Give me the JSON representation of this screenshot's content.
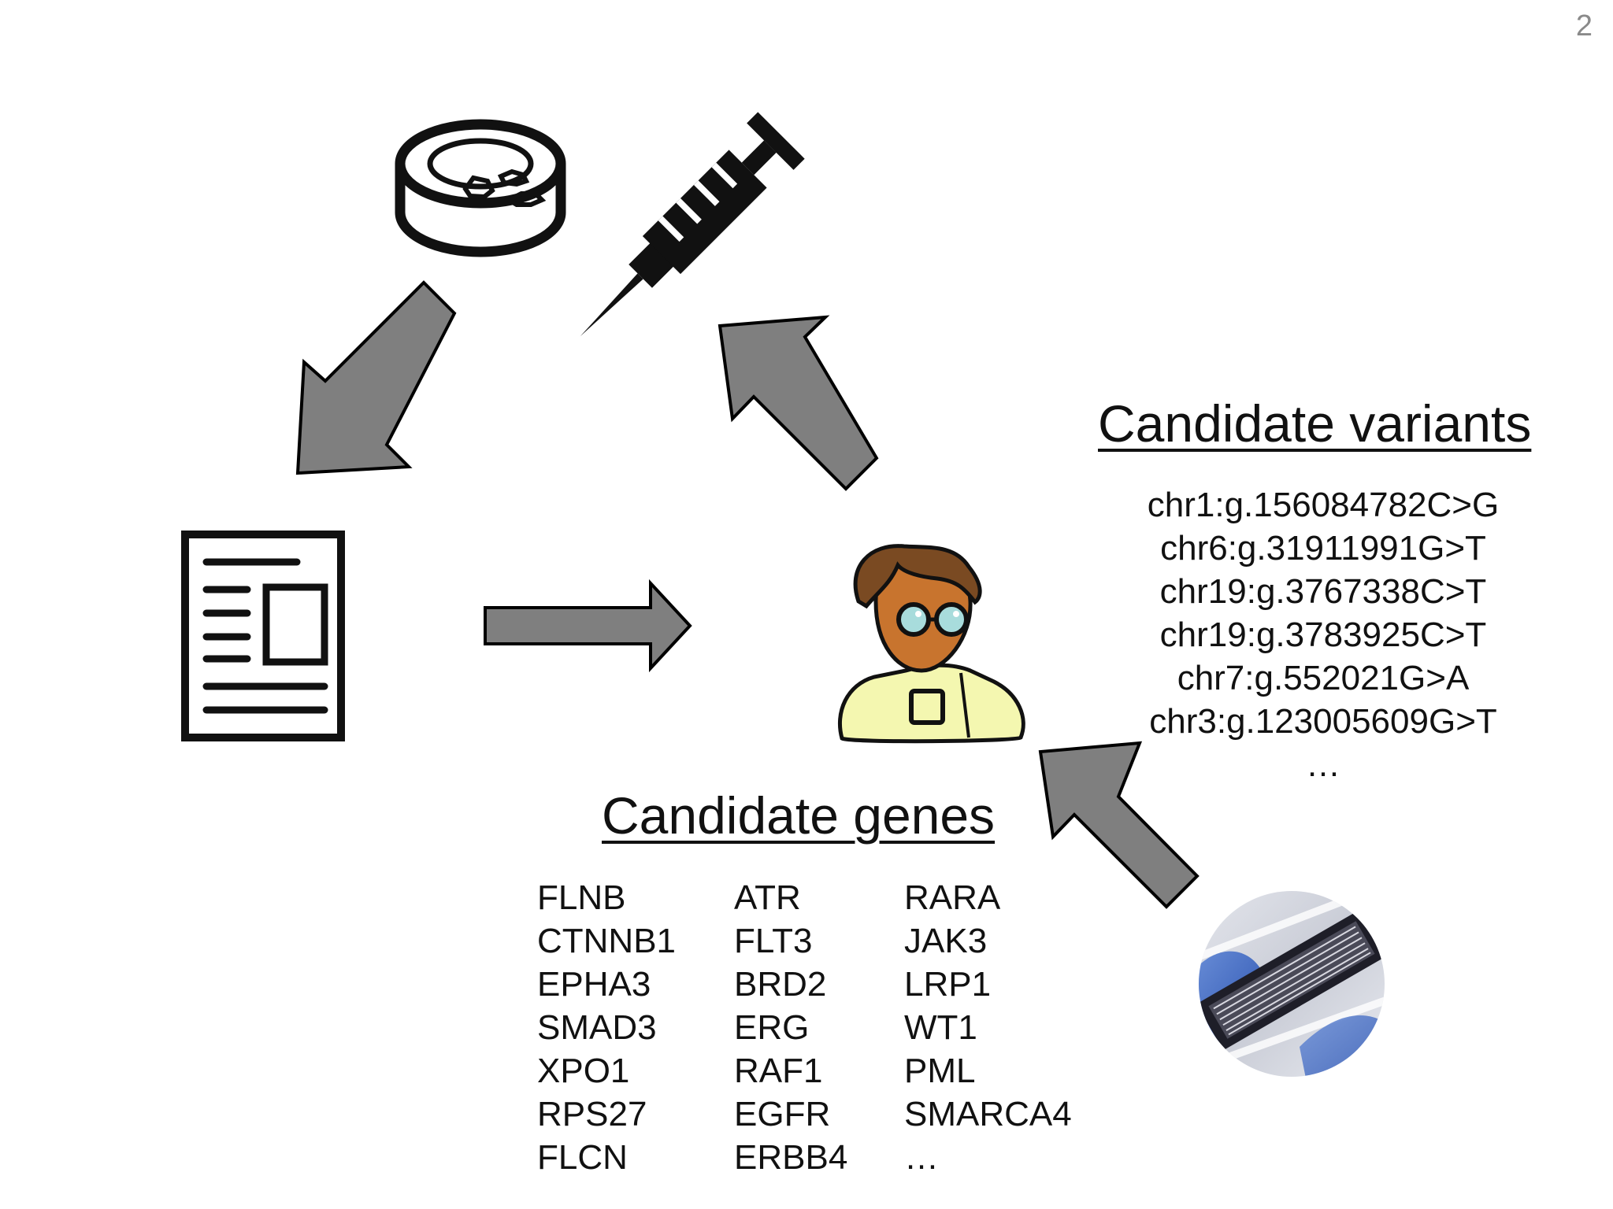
{
  "slide": {
    "page_number": "2"
  },
  "variants": {
    "heading": "Candidate variants",
    "items": [
      "chr1:g.156084782C>G",
      "chr6:g.31911991G>T",
      "chr19:g.3767338C>T",
      "chr19:g.3783925C>T",
      "chr7:g.552021G>A",
      "chr3:g.123005609G>T",
      "…"
    ]
  },
  "genes": {
    "heading": "Candidate genes",
    "columns": [
      [
        "FLNB",
        "CTNNB1",
        "EPHA3",
        "SMAD3",
        "XPO1",
        "RPS27",
        "FLCN"
      ],
      [
        "ATR",
        "FLT3",
        "BRD2",
        "ERG",
        "RAF1",
        "EGFR",
        "ERBB4"
      ],
      [
        "RARA",
        "JAK3",
        "LRP1",
        "WT1",
        "PML",
        "SMARCA4",
        "…"
      ]
    ]
  },
  "icons": [
    "petri-dish-icon",
    "syringe-icon",
    "document-icon",
    "researcher-icon",
    "microarray-chip-icon"
  ],
  "colors": {
    "arrow_fill": "#7f7f7f",
    "arrow_stroke": "#000000",
    "researcher_coat": "#f4f7b0",
    "researcher_skin": "#c8742e",
    "researcher_hair": "#7a4a22",
    "glasses_lens": "#a8dcdc"
  }
}
